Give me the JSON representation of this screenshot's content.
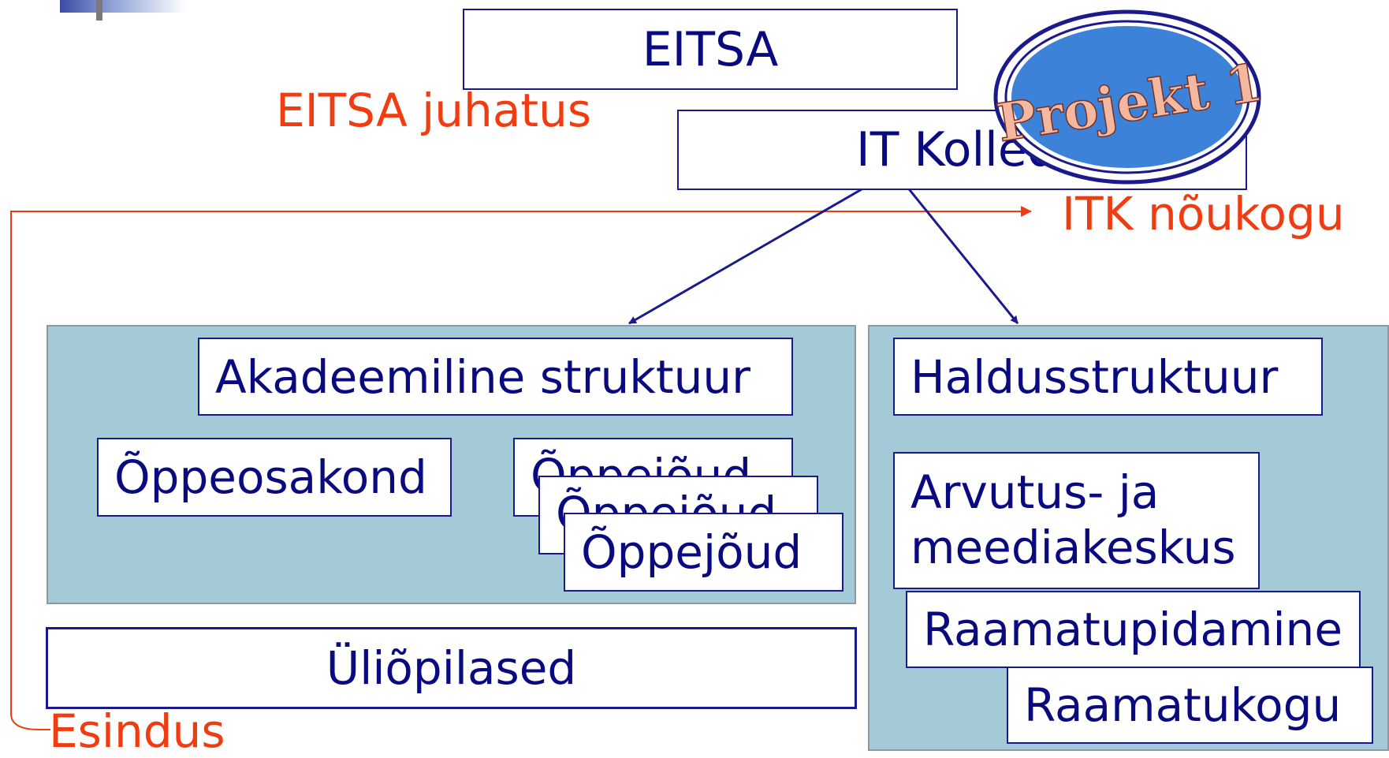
{
  "colors": {
    "box_border": "#1a1a8c",
    "box_text": "#0a0a80",
    "panel_fill": "#a3cad6",
    "red_text": "#f03c10",
    "logo_text": "#f4b8a0",
    "logo_inner": "#3c82d8"
  },
  "nodes": {
    "eitsa": "EITSA",
    "it_kolledz": "IT Kolledž",
    "akadeemiline": "Akadeemiline struktuur",
    "oppeosakond": "Õppeosakond",
    "oppejoud_1": "Õppejõud",
    "oppejoud_2": "Õppejõud",
    "oppejoud_3": "Õppejõud",
    "uliopilased": "Üliõpilased",
    "haldusstruktuur": "Haldusstruktuur",
    "arvutus_line1": "Arvutus- ja",
    "arvutus_line2": "meediakeskus",
    "raamatupidamine": "Raamatupidamine",
    "raamatukogu": "Raamatukogu"
  },
  "labels": {
    "eitsa_juhatus": "EITSA juhatus",
    "itk_noukogu": "ITK nõukogu",
    "esindus": "Esindus"
  },
  "logo": {
    "text": "Projekt 1"
  }
}
